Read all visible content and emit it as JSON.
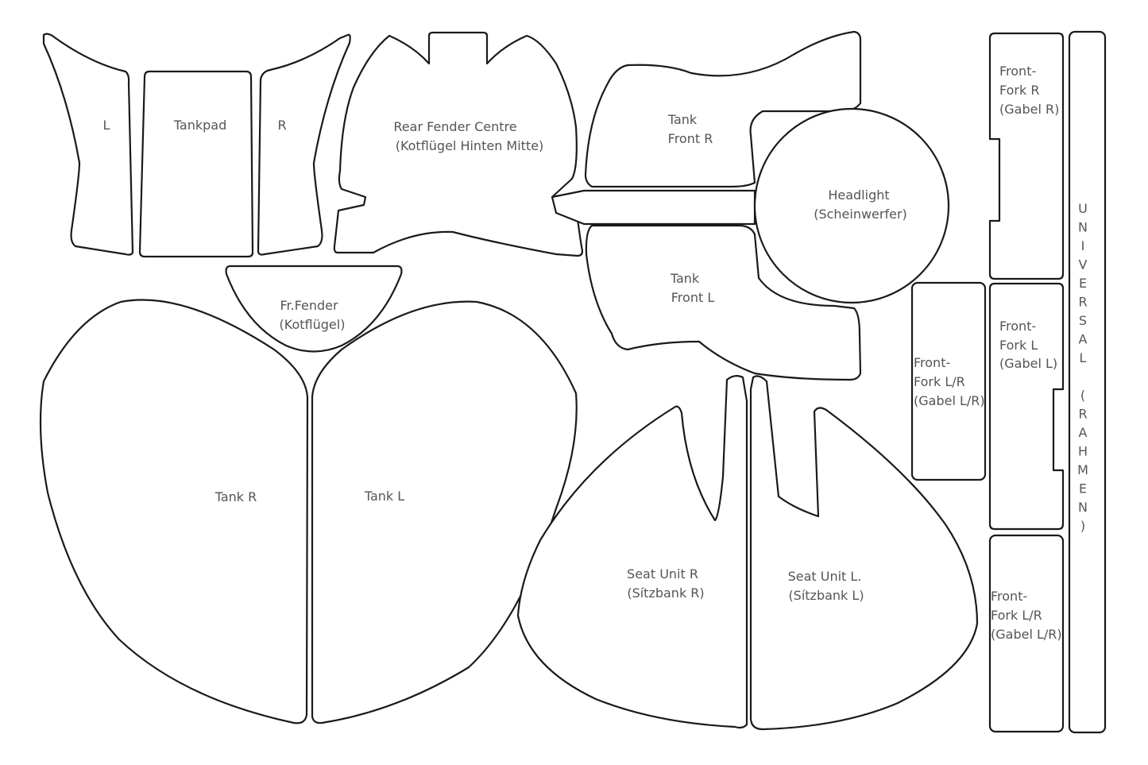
{
  "labels": {
    "tankpad_l": "L",
    "tankpad": "Tankpad",
    "tankpad_r": "R",
    "rear_fender_1": "Rear Fender Centre",
    "rear_fender_2": "(Kotflügel Hinten Mitte)",
    "tank_front_r_1": "Tank",
    "tank_front_r_2": "Front R",
    "headlight_1": "Headlight",
    "headlight_2": "(Scheinwerfer)",
    "tank_front_l_1": "Tank",
    "tank_front_l_2": "Front L",
    "fr_fender_1": "Fr.Fender",
    "fr_fender_2": "(Kotflügel)",
    "tank_r": "Tank R",
    "tank_l": "Tank L",
    "seat_r_1": "Seat Unit R",
    "seat_r_2": "(Sítzbank R)",
    "seat_l_1": "Seat Unit L.",
    "seat_l_2": "(Sítzbank L)",
    "fork_r_1": "Front-",
    "fork_r_2": "Fork R",
    "fork_r_3": "(Gabel R)",
    "fork_lr_a_1": "Front-",
    "fork_lr_a_2": "Fork L/R",
    "fork_lr_a_3": "(Gabel L/R)",
    "fork_l_1": "Front-",
    "fork_l_2": "Fork L",
    "fork_l_3": "(Gabel L)",
    "fork_lr_b_1": "Front-",
    "fork_lr_b_2": "Fork L/R",
    "fork_lr_b_3": "(Gabel L/R)",
    "universal_frame": [
      "U",
      "N",
      "I",
      "V",
      "E",
      "R",
      "S",
      "A",
      "L",
      "",
      "(",
      "R",
      "A",
      "H",
      "M",
      "E",
      "N",
      ")"
    ]
  }
}
